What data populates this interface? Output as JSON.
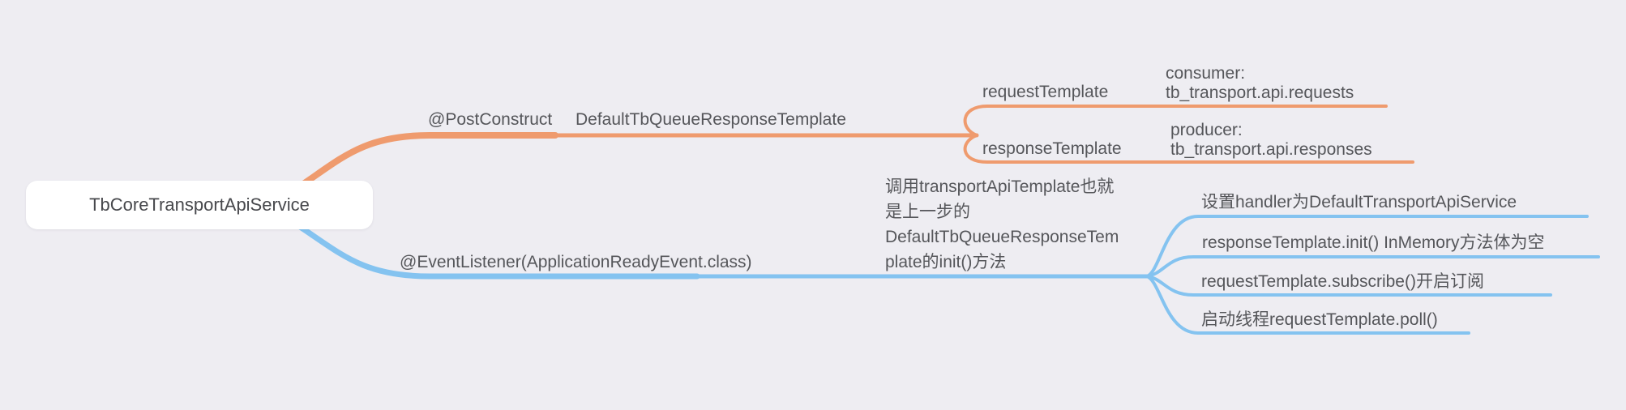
{
  "colors": {
    "orange": "#EF9B6E",
    "blue": "#84C3F0",
    "bg": "#EEEDF2",
    "text": "#55565A",
    "root-text": "#47484C"
  },
  "mindmap": {
    "root": {
      "label": "TbCoreTransportApiService"
    },
    "branch_post_construct": {
      "label": "@PostConstruct",
      "template": {
        "label": "DefaultTbQueueResponseTemplate"
      },
      "request": {
        "label": "requestTemplate",
        "detail": "consumer:\ntb_transport.api.requests"
      },
      "response": {
        "label": "responseTemplate",
        "detail": "producer:\ntb_transport.api.responses"
      }
    },
    "branch_event_listener": {
      "label": "@EventListener(ApplicationReadyEvent.class)",
      "note": "调用transportApiTemplate也就\n是上一步的\nDefaultTbQueueResponseTem\nplate的init()方法",
      "leaves": [
        "设置handler为DefaultTransportApiService",
        "responseTemplate.init() InMemory方法体为空",
        "requestTemplate.subscribe()开启订阅",
        "启动线程requestTemplate.poll()"
      ]
    }
  }
}
